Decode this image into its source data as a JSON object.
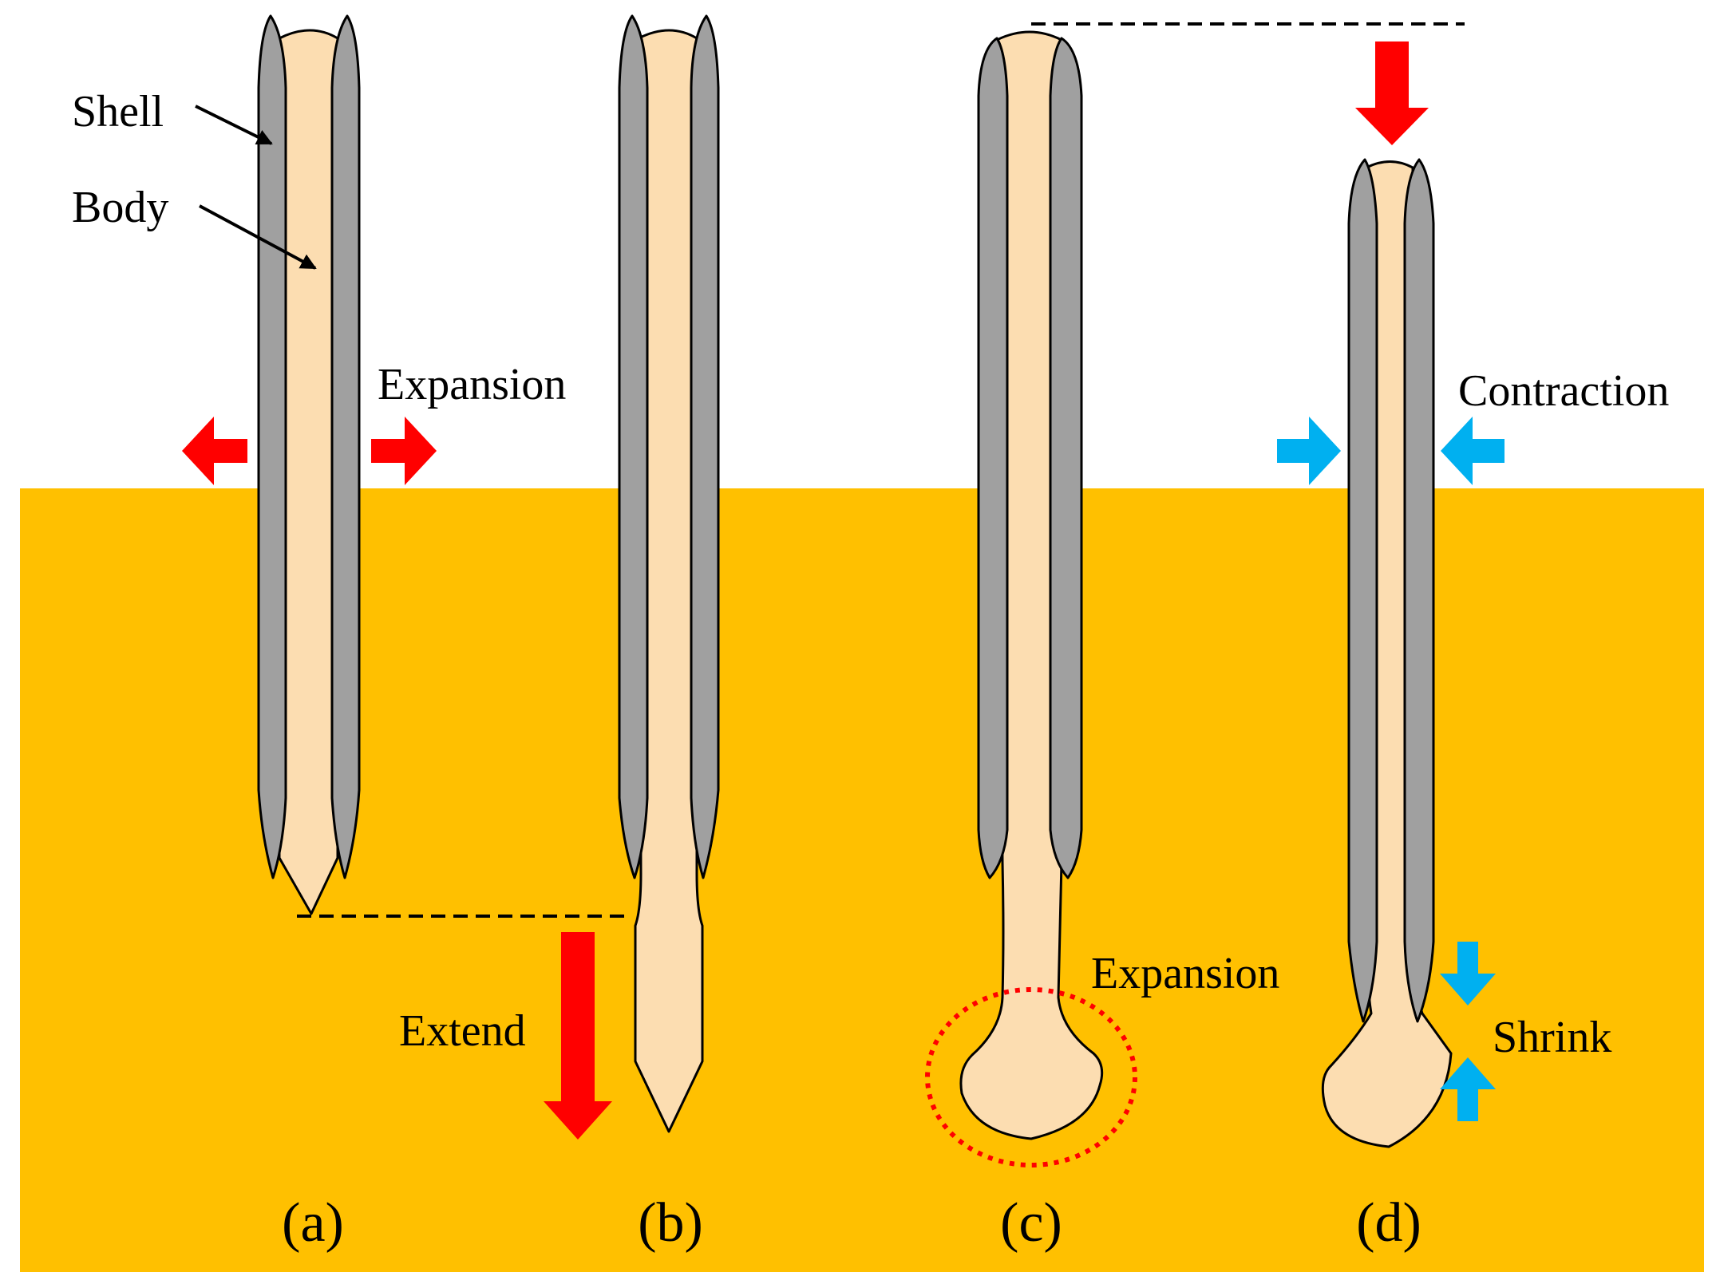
{
  "labels": {
    "shell": "Shell",
    "body": "Body",
    "expansion_top": "Expansion",
    "extend": "Extend",
    "expansion_bulb": "Expansion",
    "contraction": "Contraction",
    "shrink": "Shrink"
  },
  "panels": [
    "(a)",
    "(b)",
    "(c)",
    "(d)"
  ],
  "colors": {
    "soil": "#FFC000",
    "shell": "#A0A0A0",
    "body": "#FCDDB1",
    "red_arrow": "#FF0000",
    "blue_arrow": "#00B0F0",
    "outline": "#000000"
  }
}
